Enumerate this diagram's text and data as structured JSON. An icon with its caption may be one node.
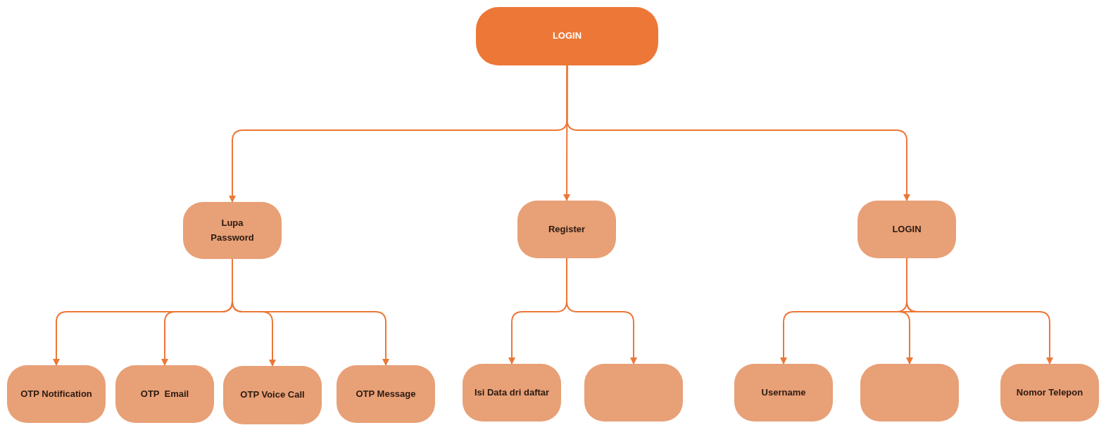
{
  "diagram": {
    "nodes": [
      {
        "text": [
          "LOGIN"
        ]
      },
      {
        "text": [
          "Lupa Password"
        ]
      },
      {
        "text": [
          "Register"
        ]
      },
      {
        "text": [
          "LOGIN"
        ]
      },
      {
        "text": [
          "OTP Notification"
        ]
      },
      {
        "text": [
          "OTP  Email"
        ]
      },
      {
        "text": [
          "OTP Voice Call"
        ]
      },
      {
        "text": [
          "OTP Message"
        ]
      },
      {
        "text": [
          "Isi Data dri daftar"
        ]
      },
      {
        "text": [],
        "shape": "box"
      },
      {
        "text": [
          "Username"
        ]
      },
      {
        "text": [],
        "shape": "box"
      },
      {
        "text": [
          "Nomor Telepon"
        ]
      }
    ],
    "edges": [
      {
        "from": 0,
        "to": 1,
        "arrow": "to"
      },
      {
        "from": 0,
        "to": 2,
        "arrow": "to"
      },
      {
        "from": 0,
        "to": 3,
        "arrow": "to"
      },
      {
        "from": 1,
        "to": 4,
        "arrow": "to"
      },
      {
        "from": 1,
        "to": 5,
        "arrow": "to"
      },
      {
        "from": 1,
        "to": 6,
        "arrow": "to"
      },
      {
        "from": 1,
        "to": 7,
        "arrow": "to"
      },
      {
        "from": 2,
        "to": 8,
        "arrow": "to"
      },
      {
        "from": 2,
        "to": 9,
        "arrow": "to"
      },
      {
        "from": 3,
        "to": 10,
        "arrow": "to"
      },
      {
        "from": 3,
        "to": 11,
        "arrow": "to"
      },
      {
        "from": 3,
        "to": 12,
        "arrow": "to"
      }
    ]
  }
}
